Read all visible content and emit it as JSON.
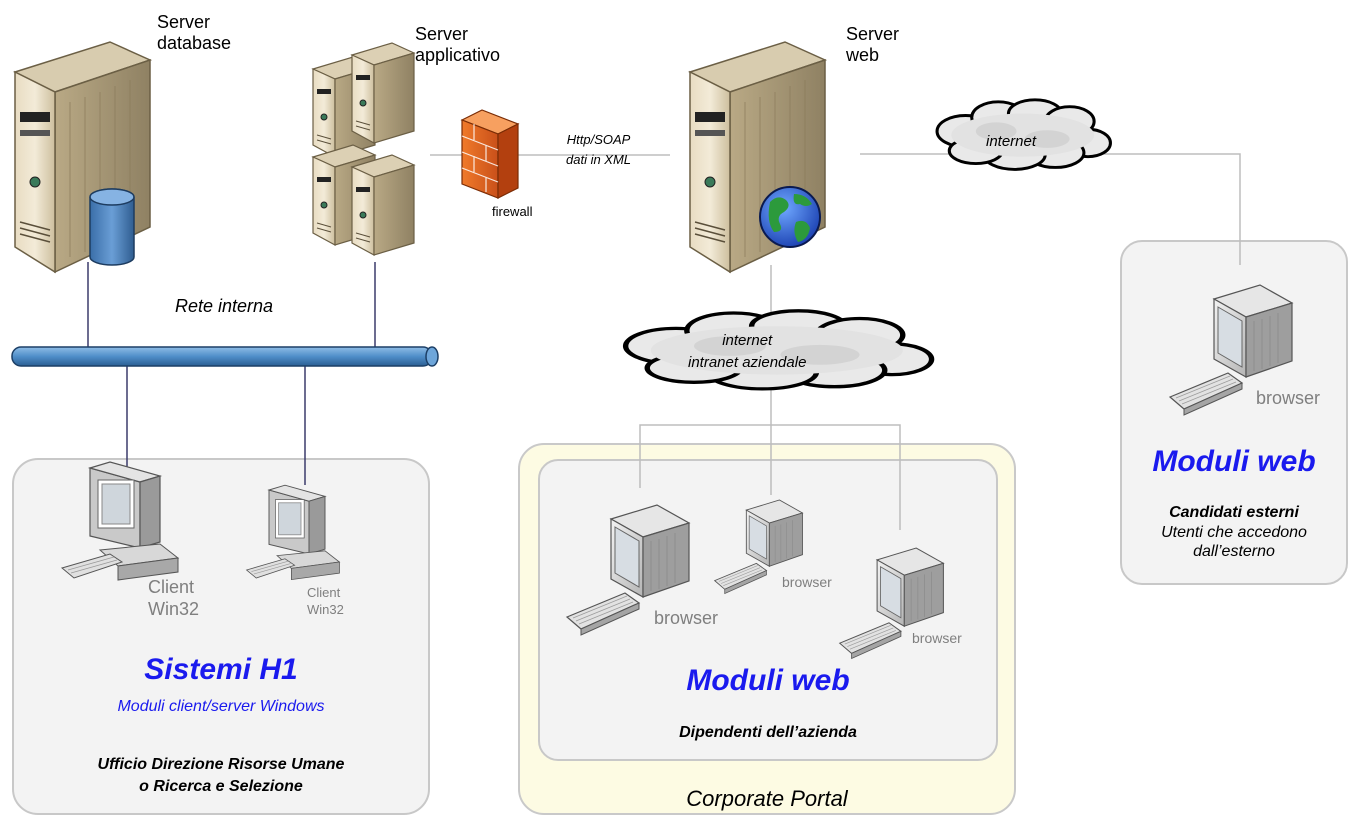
{
  "servers": {
    "database": [
      "Server",
      "database"
    ],
    "applicativo": [
      "Server",
      "applicativo"
    ],
    "web": [
      "Server",
      "web"
    ]
  },
  "firewall_label": "firewall",
  "protocol": [
    "Http/SOAP",
    "dati in XML"
  ],
  "internal_network": "Rete interna",
  "clouds": {
    "internet_right": "internet",
    "corporate": [
      "internet",
      "intranet aziendale"
    ]
  },
  "h1_panel": {
    "client1": [
      "Client",
      "Win32"
    ],
    "client2": [
      "Client",
      "Win32"
    ],
    "title": "Sistemi H1",
    "subtitle": "Moduli client/server Windows",
    "footer": [
      "Ufficio Direzione Risorse Umane",
      "o Ricerca e Selezione"
    ]
  },
  "portal_panel": {
    "browser1": "browser",
    "browser2": "browser",
    "browser3": "browser",
    "title": "Moduli web",
    "subtitle": "Dipendenti dell’azienda",
    "caption": "Corporate Portal"
  },
  "external_panel": {
    "browser": "browser",
    "title": "Moduli web",
    "subtitle": "Candidati esterni",
    "desc": [
      "Utenti che accedono",
      "dall’esterno"
    ]
  },
  "colors": {
    "title_blue": "#1a1aee",
    "bus_blue": "#4f8ec9",
    "panel_yellow": "#fdfbe3",
    "panel_gray": "#f3f3f3"
  }
}
